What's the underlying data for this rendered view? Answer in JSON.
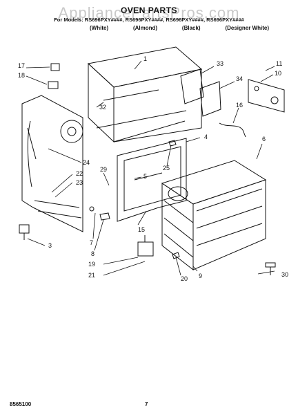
{
  "watermark": "AppliancePartsPros.com",
  "header": {
    "title": "OVEN PARTS",
    "models": "For Models: RS696PXY####, RS696PXY####, RS696PXY####, RS696PXY####",
    "colors": [
      "(White)",
      "(Almond)",
      "(Black)",
      "(Designer White)"
    ]
  },
  "callouts": [
    "1",
    "33",
    "11",
    "10",
    "17",
    "18",
    "34",
    "16",
    "32",
    "4",
    "6",
    "24",
    "25",
    "5",
    "29",
    "22",
    "23",
    "15",
    "3",
    "7",
    "8",
    "19",
    "21",
    "20",
    "9",
    "30"
  ],
  "footer": {
    "code": "8565100",
    "page": "7"
  }
}
